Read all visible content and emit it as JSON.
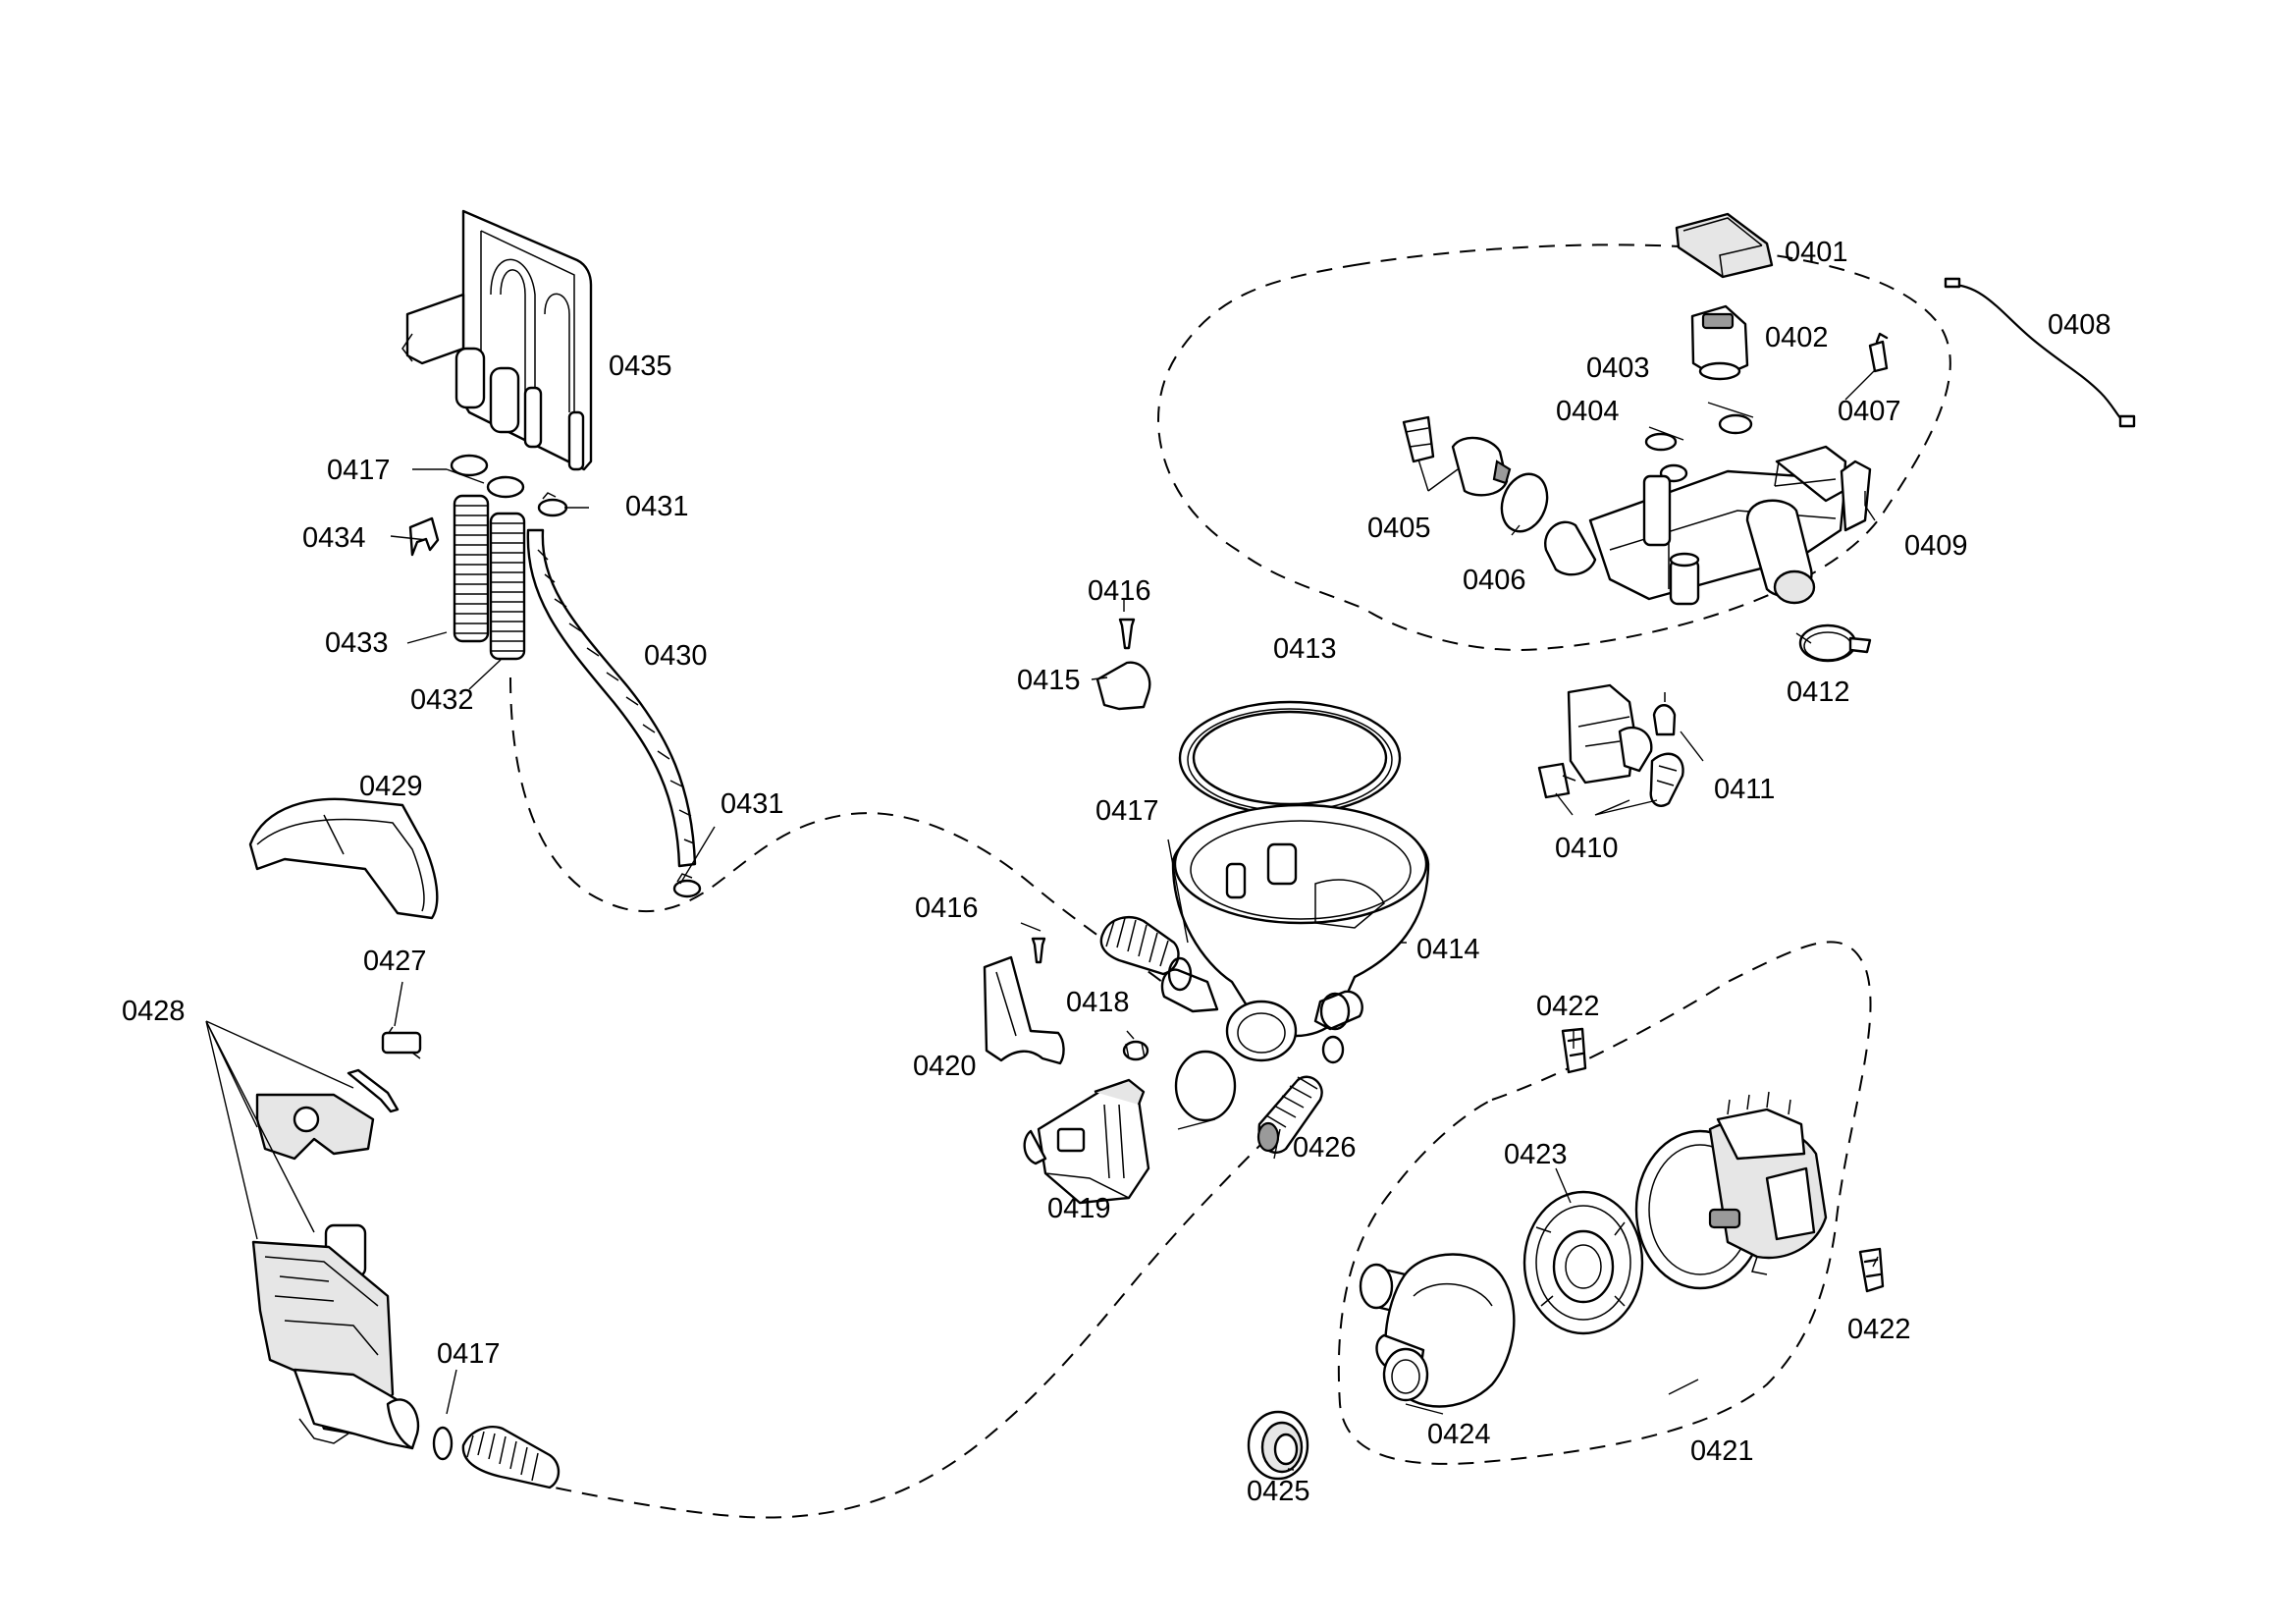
{
  "labels": {
    "p0401": "0401",
    "p0402": "0402",
    "p0403": "0403",
    "p0404": "0404",
    "p0405": "0405",
    "p0406": "0406",
    "p0407": "0407",
    "p0408": "0408",
    "p0409": "0409",
    "p0410": "0410",
    "p0411": "0411",
    "p0412": "0412",
    "p0413": "0413",
    "p0414": "0414",
    "p0415": "0415",
    "p0416a": "0416",
    "p0416b": "0416",
    "p0417a": "0417",
    "p0417b": "0417",
    "p0417c": "0417",
    "p0418": "0418",
    "p0419": "0419",
    "p0420": "0420",
    "p0421": "0421",
    "p0422a": "0422",
    "p0422b": "0422",
    "p0423": "0423",
    "p0424": "0424",
    "p0425": "0425",
    "p0426": "0426",
    "p0427": "0427",
    "p0428": "0428",
    "p0429": "0429",
    "p0430": "0430",
    "p0431a": "0431",
    "p0431b": "0431",
    "p0432": "0432",
    "p0433": "0433",
    "p0434": "0434",
    "p0435": "0435"
  }
}
